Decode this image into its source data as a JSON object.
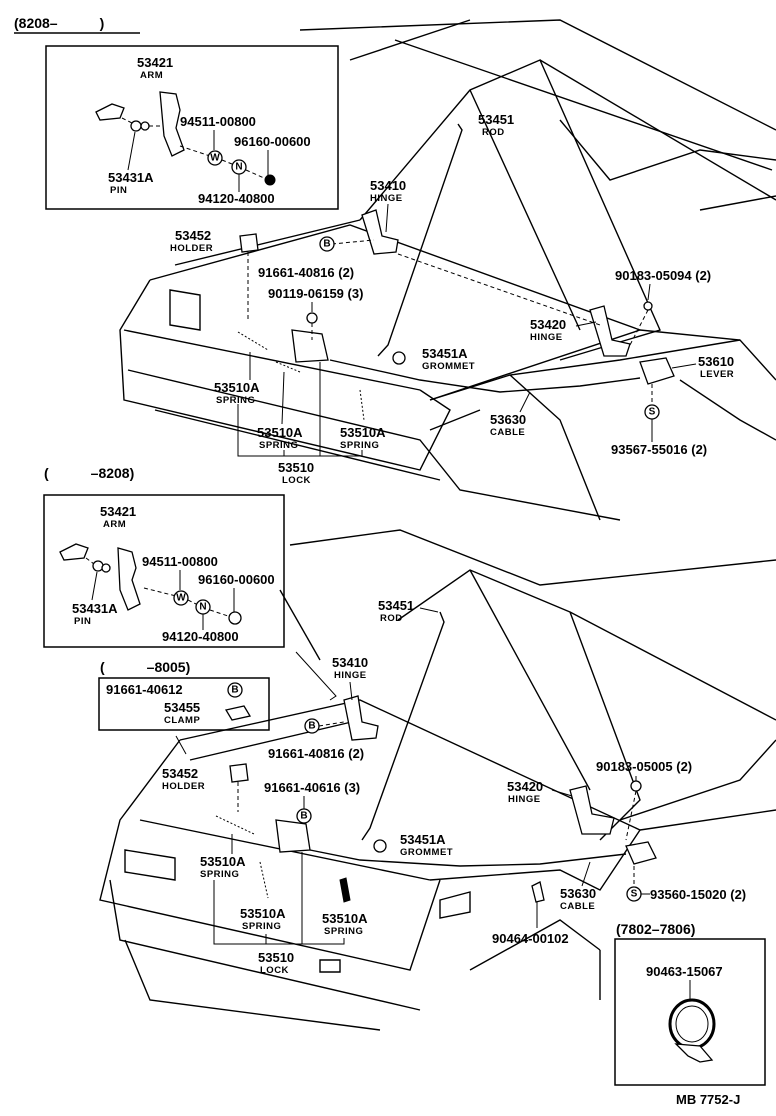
{
  "top": {
    "range": "(8208–　　　)",
    "inset": {
      "arm_no": "53421",
      "arm_name": "ARM",
      "washer_part": "94511-00800",
      "nut_part": "96160-00600",
      "pin_no": "53431A",
      "pin_name": "PIN",
      "bolt_part": "94120-40800",
      "sym_w": "W",
      "sym_n": "N"
    },
    "labels": {
      "rod_no": "53451",
      "rod_name": "ROD",
      "hinge_no": "53410",
      "hinge_name": "HINGE",
      "holder_no": "53452",
      "holder_name": "HOLDER",
      "bolt_b": "91661-40816 (2)",
      "sym_b": "B",
      "screw": "90119-06159 (3)",
      "hinge2_no": "53420",
      "hinge2_name": "HINGE",
      "bolt_90183": "90183-05094 (2)",
      "grommet_no": "53451A",
      "grommet_name": "GROMMET",
      "lever_no": "53610",
      "lever_name": "LEVER",
      "spring1_no": "53510A",
      "spring1_name": "SPRING",
      "spring2_no": "53510A",
      "spring2_name": "SPRING",
      "spring3_no": "53510A",
      "spring3_name": "SPRING",
      "cable_no": "53630",
      "cable_name": "CABLE",
      "sym_s": "S",
      "clip_part": "93567-55016 (2)",
      "lock_no": "53510",
      "lock_name": "LOCK"
    }
  },
  "bottom": {
    "range": "(　　　–8208)",
    "inset": {
      "arm_no": "53421",
      "arm_name": "ARM",
      "washer_part": "94511-00800",
      "nut_part": "96160-00600",
      "pin_no": "53431A",
      "pin_name": "PIN",
      "bolt_part": "94120-40800",
      "sym_w": "W",
      "sym_n": "N"
    },
    "clamp_box": {
      "range": "(　　　–8005)",
      "bolt_part": "91661-40612",
      "sym_b": "B",
      "clamp_no": "53455",
      "clamp_name": "CLAMP"
    },
    "labels": {
      "rod_no": "53451",
      "rod_name": "ROD",
      "hinge_no": "53410",
      "hinge_name": "HINGE",
      "bolt_b": "91661-40816 (2)",
      "sym_b": "B",
      "holder_no": "53452",
      "holder_name": "HOLDER",
      "bolt_b3": "91661-40616 (3)",
      "hinge2_no": "53420",
      "hinge2_name": "HINGE",
      "bolt_90183": "90183-05005 (2)",
      "grommet_no": "53451A",
      "grommet_name": "GROMMET",
      "spring1_no": "53510A",
      "spring1_name": "SPRING",
      "spring2_no": "53510A",
      "spring2_name": "SPRING",
      "spring3_no": "53510A",
      "spring3_name": "SPRING",
      "cable_no": "53630",
      "cable_name": "CABLE",
      "sym_s": "S",
      "clip_part": "93560-15020 (2)",
      "lock_no": "53510",
      "lock_name": "LOCK",
      "plug_part": "90464-00102"
    },
    "inset2": {
      "range": "(7802–7806)",
      "part": "90463-15067"
    }
  },
  "footer": {
    "code": "MB  7752-J"
  }
}
